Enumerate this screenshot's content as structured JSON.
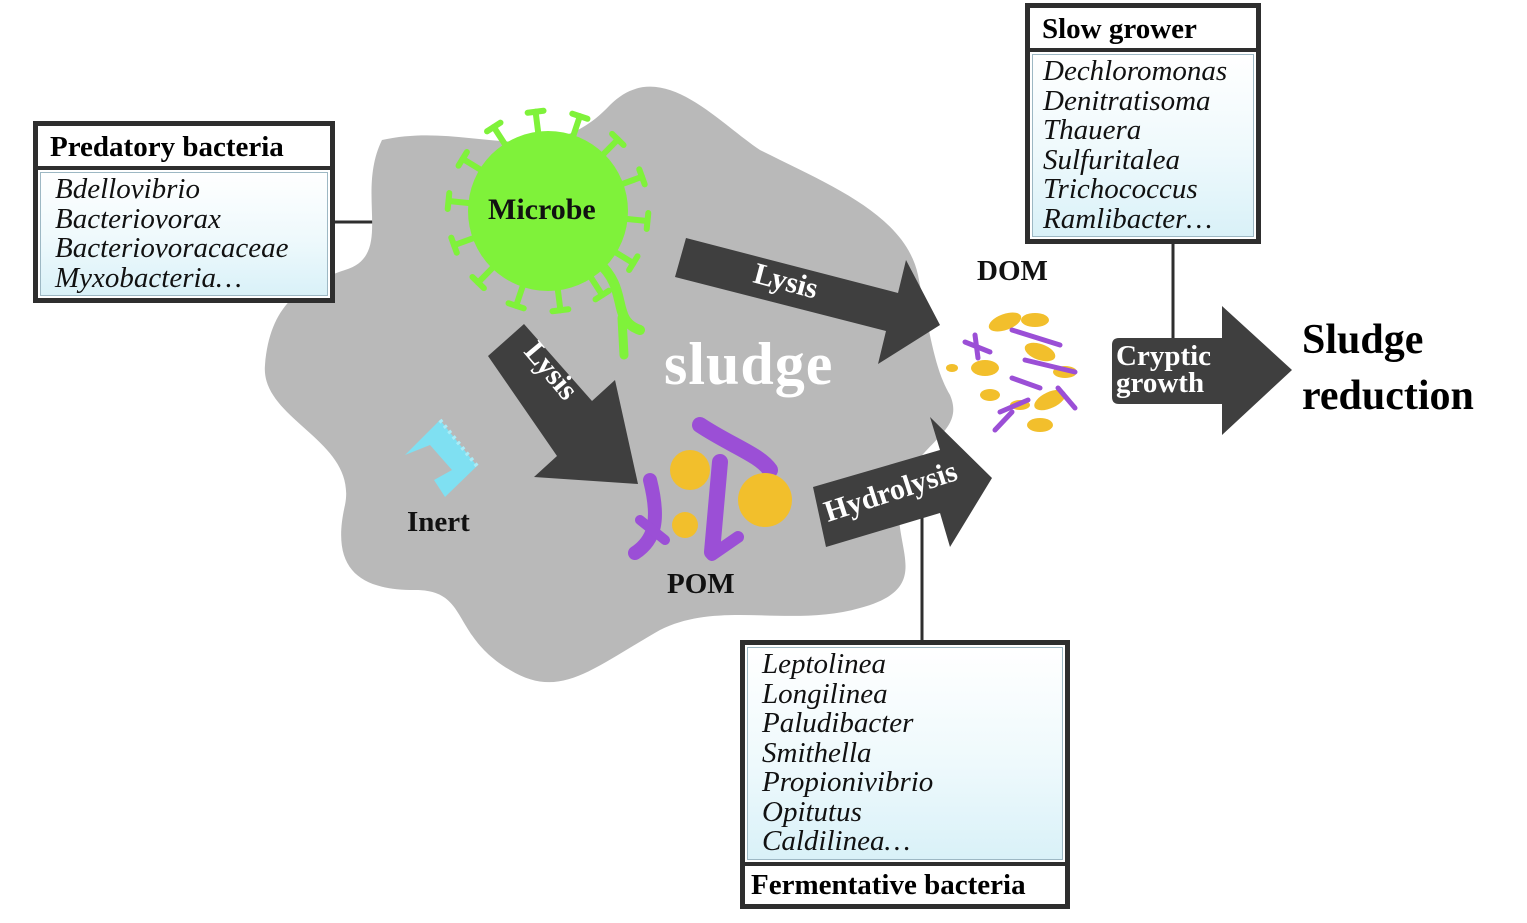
{
  "labels": {
    "sludge": "sludge",
    "microbe": "Microbe",
    "inert": "Inert",
    "pom": "POM",
    "dom": "DOM",
    "lysis_top": "Lysis",
    "lysis_left": "Lysis",
    "hydrolysis": "Hydrolysis",
    "cryptic_line1": "Cryptic",
    "cryptic_line2": "growth",
    "reduction_line1": "Sludge",
    "reduction_line2": "reduction"
  },
  "predatory": {
    "title": "Predatory bacteria",
    "items": [
      "Bdellovibrio",
      "Bacteriovorax",
      "Bacteriovoracaceae",
      "Myxobacteria…"
    ]
  },
  "slow_grower": {
    "title": "Slow grower",
    "items": [
      "Dechloromonas",
      "Denitratisoma",
      "Thauera",
      "Sulfuritalea",
      "Trichococcus",
      "Ramlibacter…"
    ]
  },
  "fermentative": {
    "title": "Fermentative bacteria",
    "items": [
      "Leptolinea",
      "Longilinea",
      "Paludibacter",
      "Smithella",
      "Propionivibrio",
      "Opitutus",
      "Caldilinea…"
    ]
  },
  "colors": {
    "sludge_fill": "#b9b9b9",
    "arrow": "#3f3f3f",
    "microbe": "#7ff23a",
    "particle_yellow": "#f2bf2c",
    "particle_purple": "#9b4fd6",
    "inert": "#7fe0f2"
  }
}
